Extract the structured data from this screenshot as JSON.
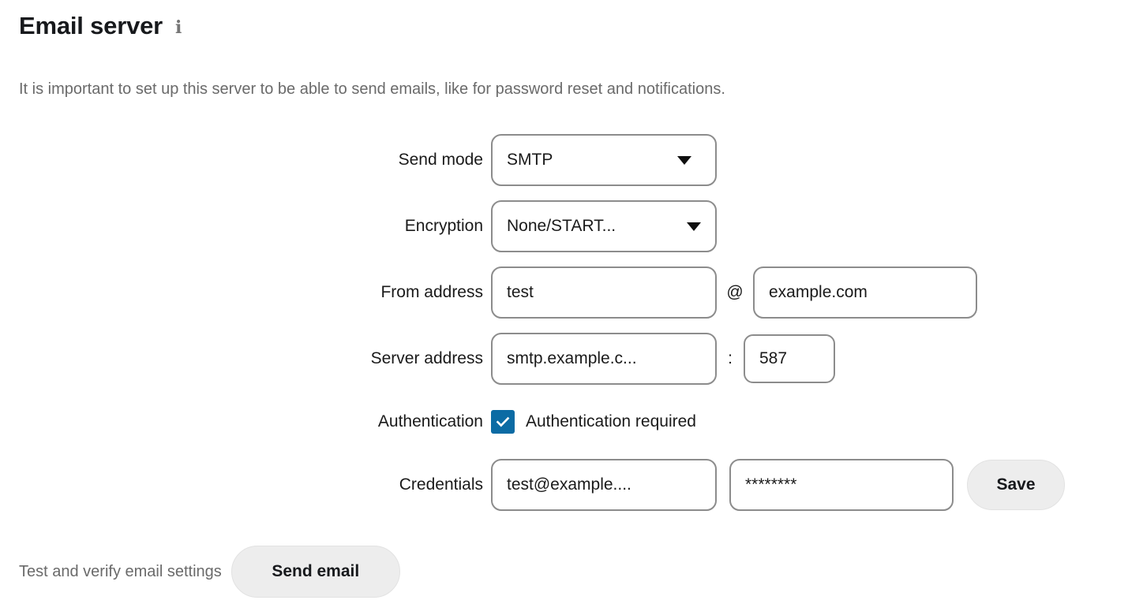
{
  "header": {
    "title": "Email server",
    "info_icon": "info-icon",
    "description": "It is important to set up this server to be able to send emails, like for password reset and notifications."
  },
  "form": {
    "rows": [
      {
        "label": "Send mode",
        "value": "SMTP"
      },
      {
        "label": "Encryption",
        "value": "None/START..."
      },
      {
        "label": "From address",
        "local": "test",
        "separator": "@",
        "domain": "example.com"
      },
      {
        "label": "Server address",
        "host": "smtp.example.c...",
        "separator": ":",
        "port": "587"
      },
      {
        "label": "Authentication",
        "checkbox_label": "Authentication required",
        "checked": true
      },
      {
        "label": "Credentials",
        "username": "test@example....",
        "password": "********",
        "save_label": "Save"
      }
    ]
  },
  "footer": {
    "test_label": "Test and verify email settings",
    "send_email_label": "Send email"
  },
  "colors": {
    "accent_checkbox": "#0b6ba4",
    "field_border": "#8c8c8c",
    "button_background": "#ededed",
    "text_primary": "#1a1a1a",
    "text_muted": "#6a6a6a"
  }
}
